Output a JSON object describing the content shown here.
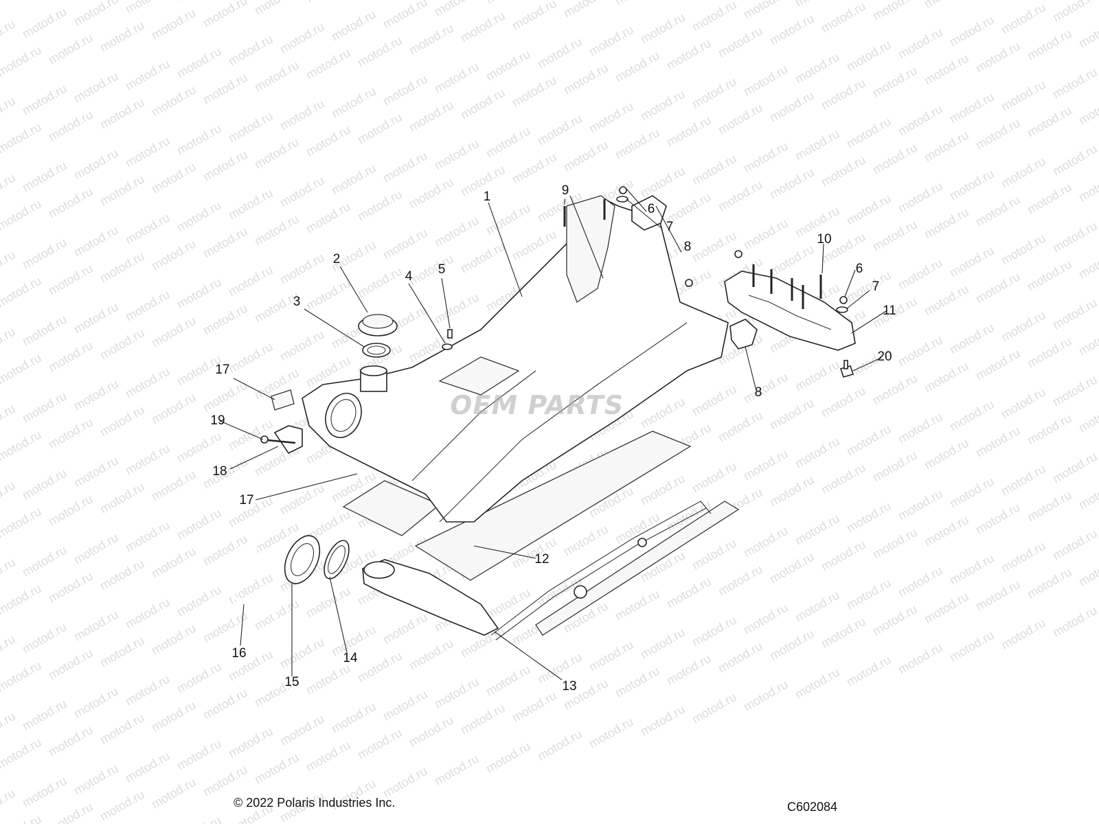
{
  "watermark": {
    "text": "motod.ru",
    "brand": "OEM PARTS"
  },
  "callouts": [
    "1",
    "2",
    "3",
    "4",
    "5",
    "6",
    "7",
    "8",
    "9",
    "10",
    "6",
    "7",
    "11",
    "20",
    "8",
    "17",
    "19",
    "18",
    "17",
    "12",
    "16",
    "15",
    "14",
    "13"
  ],
  "footer": {
    "copyright": "© 2022 Polaris Industries Inc.",
    "drawing_number": "C602084"
  }
}
